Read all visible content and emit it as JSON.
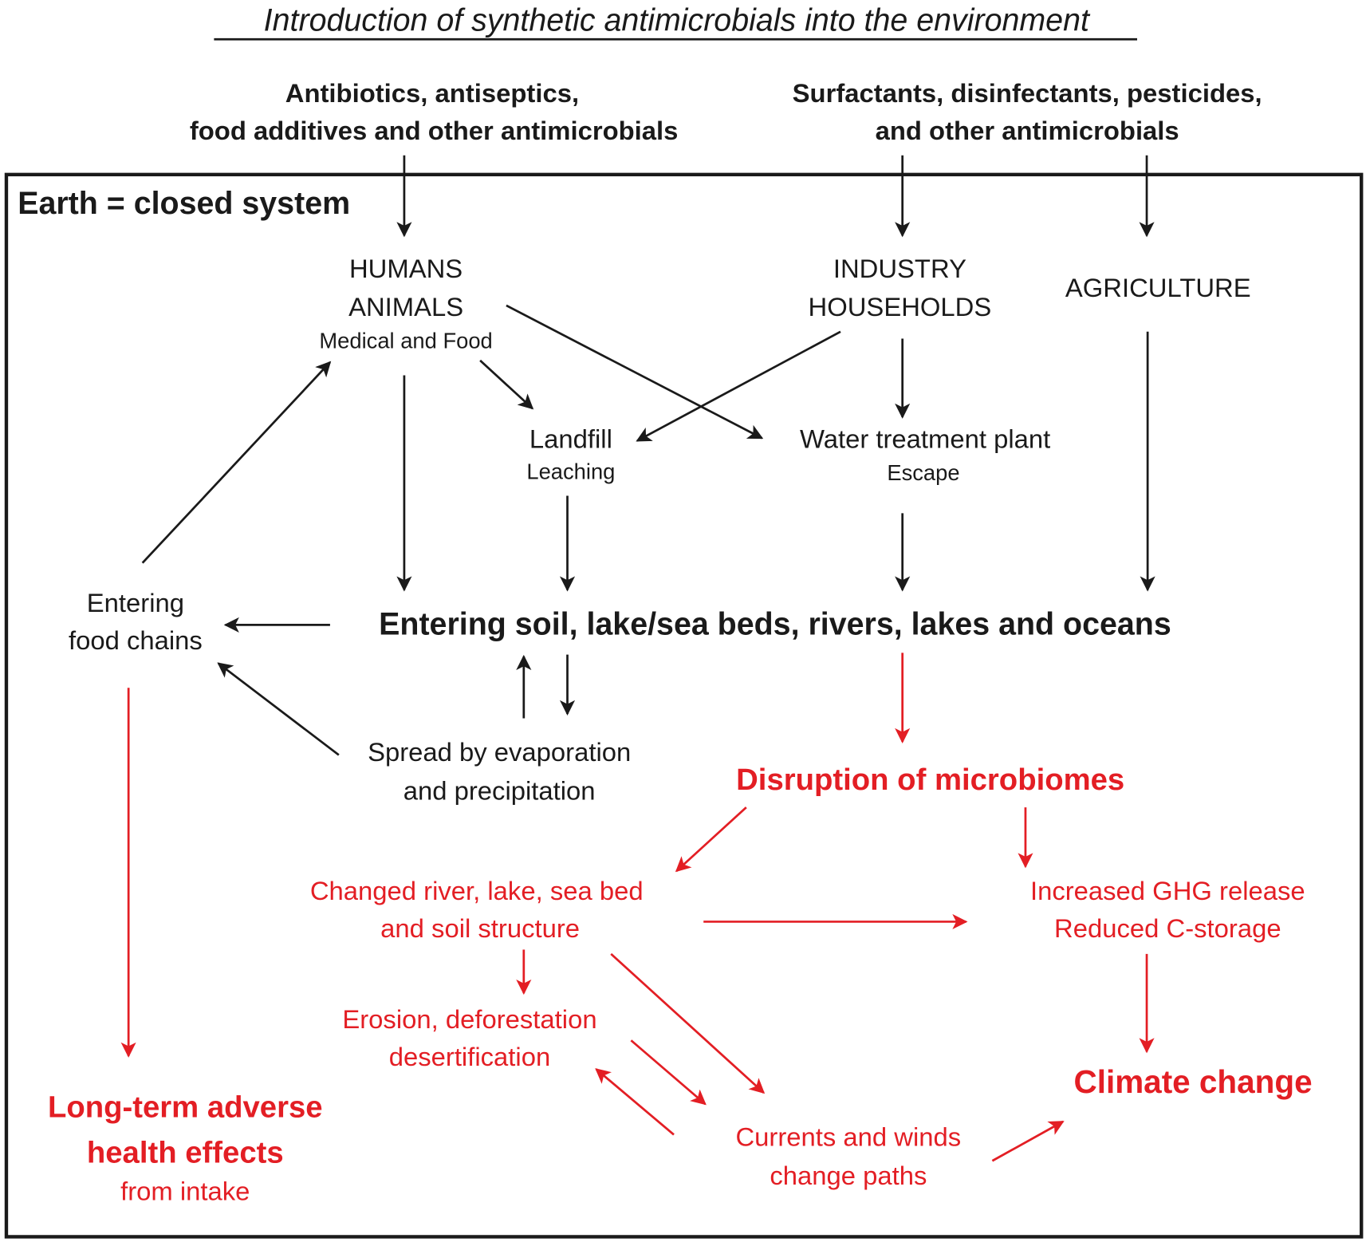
{
  "title": "Introduction of synthetic antimicrobials into the environment",
  "sources": {
    "left": [
      "Antibiotics, antiseptics,",
      "food additives and other antimicrobials"
    ],
    "right": [
      "Surfactants, disinfectants, pesticides,",
      "and other antimicrobials"
    ]
  },
  "system_label": "Earth = closed system",
  "nodes": {
    "humans": [
      "HUMANS",
      "ANIMALS",
      "Medical and Food"
    ],
    "industry": [
      "INDUSTRY",
      "HOUSEHOLDS"
    ],
    "agriculture": "AGRICULTURE",
    "landfill": [
      "Landfill",
      "Leaching"
    ],
    "water": [
      "Water treatment plant",
      "Escape"
    ],
    "food_chains": [
      "Entering",
      "food chains"
    ],
    "environment": "Entering soil, lake/sea beds, rivers, lakes and oceans",
    "spread": [
      "Spread by evaporation",
      "and precipitation"
    ],
    "disruption": "Disruption of microbiomes",
    "changed": [
      "Changed river, lake, sea bed",
      "and soil structure"
    ],
    "ghg": [
      "Increased GHG release",
      "Reduced C-storage"
    ],
    "erosion": [
      "Erosion, deforestation",
      "desertification"
    ],
    "currents": [
      "Currents and winds",
      "change paths"
    ],
    "climate": "Climate change",
    "health": [
      "Long-term adverse",
      "health effects",
      "from intake"
    ]
  },
  "colors": {
    "black": "#1a1a1a",
    "red": "#e31e24"
  }
}
